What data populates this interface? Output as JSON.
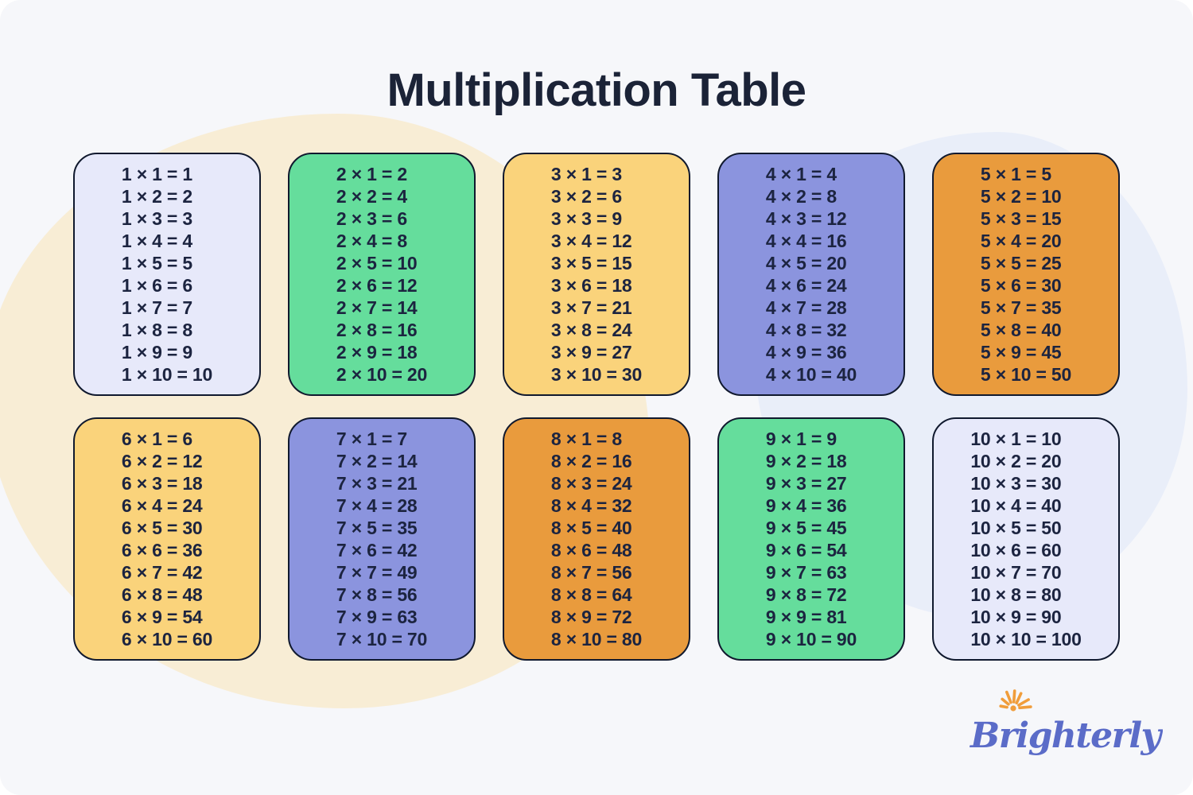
{
  "page": {
    "title": "Multiplication Table",
    "background": "#f6f7fa"
  },
  "colors": {
    "title_text": "#1b2337",
    "card_text": "#1c2440",
    "card_border": "#10192e",
    "lavender": "#e7e9fa",
    "green": "#65dd9c",
    "yellow": "#fad37b",
    "purple": "#8b94de",
    "orange": "#e99b3d",
    "blob_cream": "#f8edd5",
    "blob_blue": "#e9eef9",
    "logo_blue": "#5b6cc8",
    "logo_sun_orange": "#f09d3b"
  },
  "logo": {
    "text": "Brighterly",
    "icon": "sunburst-icon"
  },
  "cards": [
    {
      "factor": 1,
      "color": "lavender",
      "lines": [
        "1 × 1 = 1",
        "1 × 2 = 2",
        "1 × 3 = 3",
        "1 × 4 = 4",
        "1 × 5 = 5",
        "1 × 6 = 6",
        "1 × 7 = 7",
        "1 × 8 = 8",
        "1 × 9 = 9",
        "1 × 10 = 10"
      ]
    },
    {
      "factor": 2,
      "color": "green",
      "lines": [
        "2 × 1 = 2",
        "2 × 2 = 4",
        "2 × 3 = 6",
        "2 × 4 = 8",
        "2 × 5 = 10",
        "2 × 6 = 12",
        "2 × 7 = 14",
        "2 × 8 = 16",
        "2 × 9 = 18",
        "2 × 10 = 20"
      ]
    },
    {
      "factor": 3,
      "color": "yellow",
      "lines": [
        "3 × 1 = 3",
        "3 × 2 = 6",
        "3 × 3 = 9",
        "3 × 4 = 12",
        "3 × 5 = 15",
        "3 × 6 = 18",
        "3 × 7 = 21",
        "3 × 8 = 24",
        "3 × 9 = 27",
        "3 × 10 = 30"
      ]
    },
    {
      "factor": 4,
      "color": "purple",
      "lines": [
        "4 × 1 = 4",
        "4 × 2 = 8",
        "4 × 3 = 12",
        "4 × 4 = 16",
        "4 × 5 = 20",
        "4 × 6 = 24",
        "4 × 7 = 28",
        "4 × 8 = 32",
        "4 × 9 = 36",
        "4 × 10 = 40"
      ]
    },
    {
      "factor": 5,
      "color": "orange",
      "lines": [
        "5 × 1 = 5",
        "5 × 2 = 10",
        "5 × 3 = 15",
        "5 × 4 = 20",
        "5 × 5 = 25",
        "5 × 6 = 30",
        "5 × 7 = 35",
        "5 × 8 = 40",
        "5 × 9 = 45",
        "5 × 10 = 50"
      ]
    },
    {
      "factor": 6,
      "color": "yellow",
      "lines": [
        "6 × 1 = 6",
        "6 × 2 = 12",
        "6 × 3 = 18",
        "6 × 4 = 24",
        "6 × 5 = 30",
        "6 × 6 = 36",
        "6 × 7 = 42",
        "6 × 8 = 48",
        "6 × 9 = 54",
        "6 × 10 = 60"
      ]
    },
    {
      "factor": 7,
      "color": "purple",
      "lines": [
        "7 × 1 = 7",
        "7 × 2 = 14",
        "7 × 3 = 21",
        "7 × 4 = 28",
        "7 × 5 = 35",
        "7 × 6 = 42",
        "7 × 7 = 49",
        "7 × 8 = 56",
        "7 × 9 = 63",
        "7 × 10 = 70"
      ]
    },
    {
      "factor": 8,
      "color": "orange",
      "lines": [
        "8 × 1 = 8",
        "8 × 2 = 16",
        "8 × 3 = 24",
        "8 × 4 = 32",
        "8 × 5 = 40",
        "8 × 6 = 48",
        "8 × 7 = 56",
        "8 × 8 = 64",
        "8 × 9 = 72",
        "8 × 10 = 80"
      ]
    },
    {
      "factor": 9,
      "color": "green",
      "lines": [
        "9 × 1 = 9",
        "9 × 2 = 18",
        "9 × 3 = 27",
        "9 × 4 = 36",
        "9 × 5 = 45",
        "9 × 6 = 54",
        "9 × 7 = 63",
        "9 × 8 = 72",
        "9 × 9 = 81",
        "9 × 10 = 90"
      ]
    },
    {
      "factor": 10,
      "color": "lavender",
      "lines": [
        "10 × 1 = 10",
        "10 × 2 = 20",
        "10 × 3 = 30",
        "10 × 4 = 40",
        "10 × 5 = 50",
        "10 × 6 = 60",
        "10 × 7 = 70",
        "10 × 8 = 80",
        "10 × 9 = 90",
        "10 × 10 = 100"
      ]
    }
  ]
}
